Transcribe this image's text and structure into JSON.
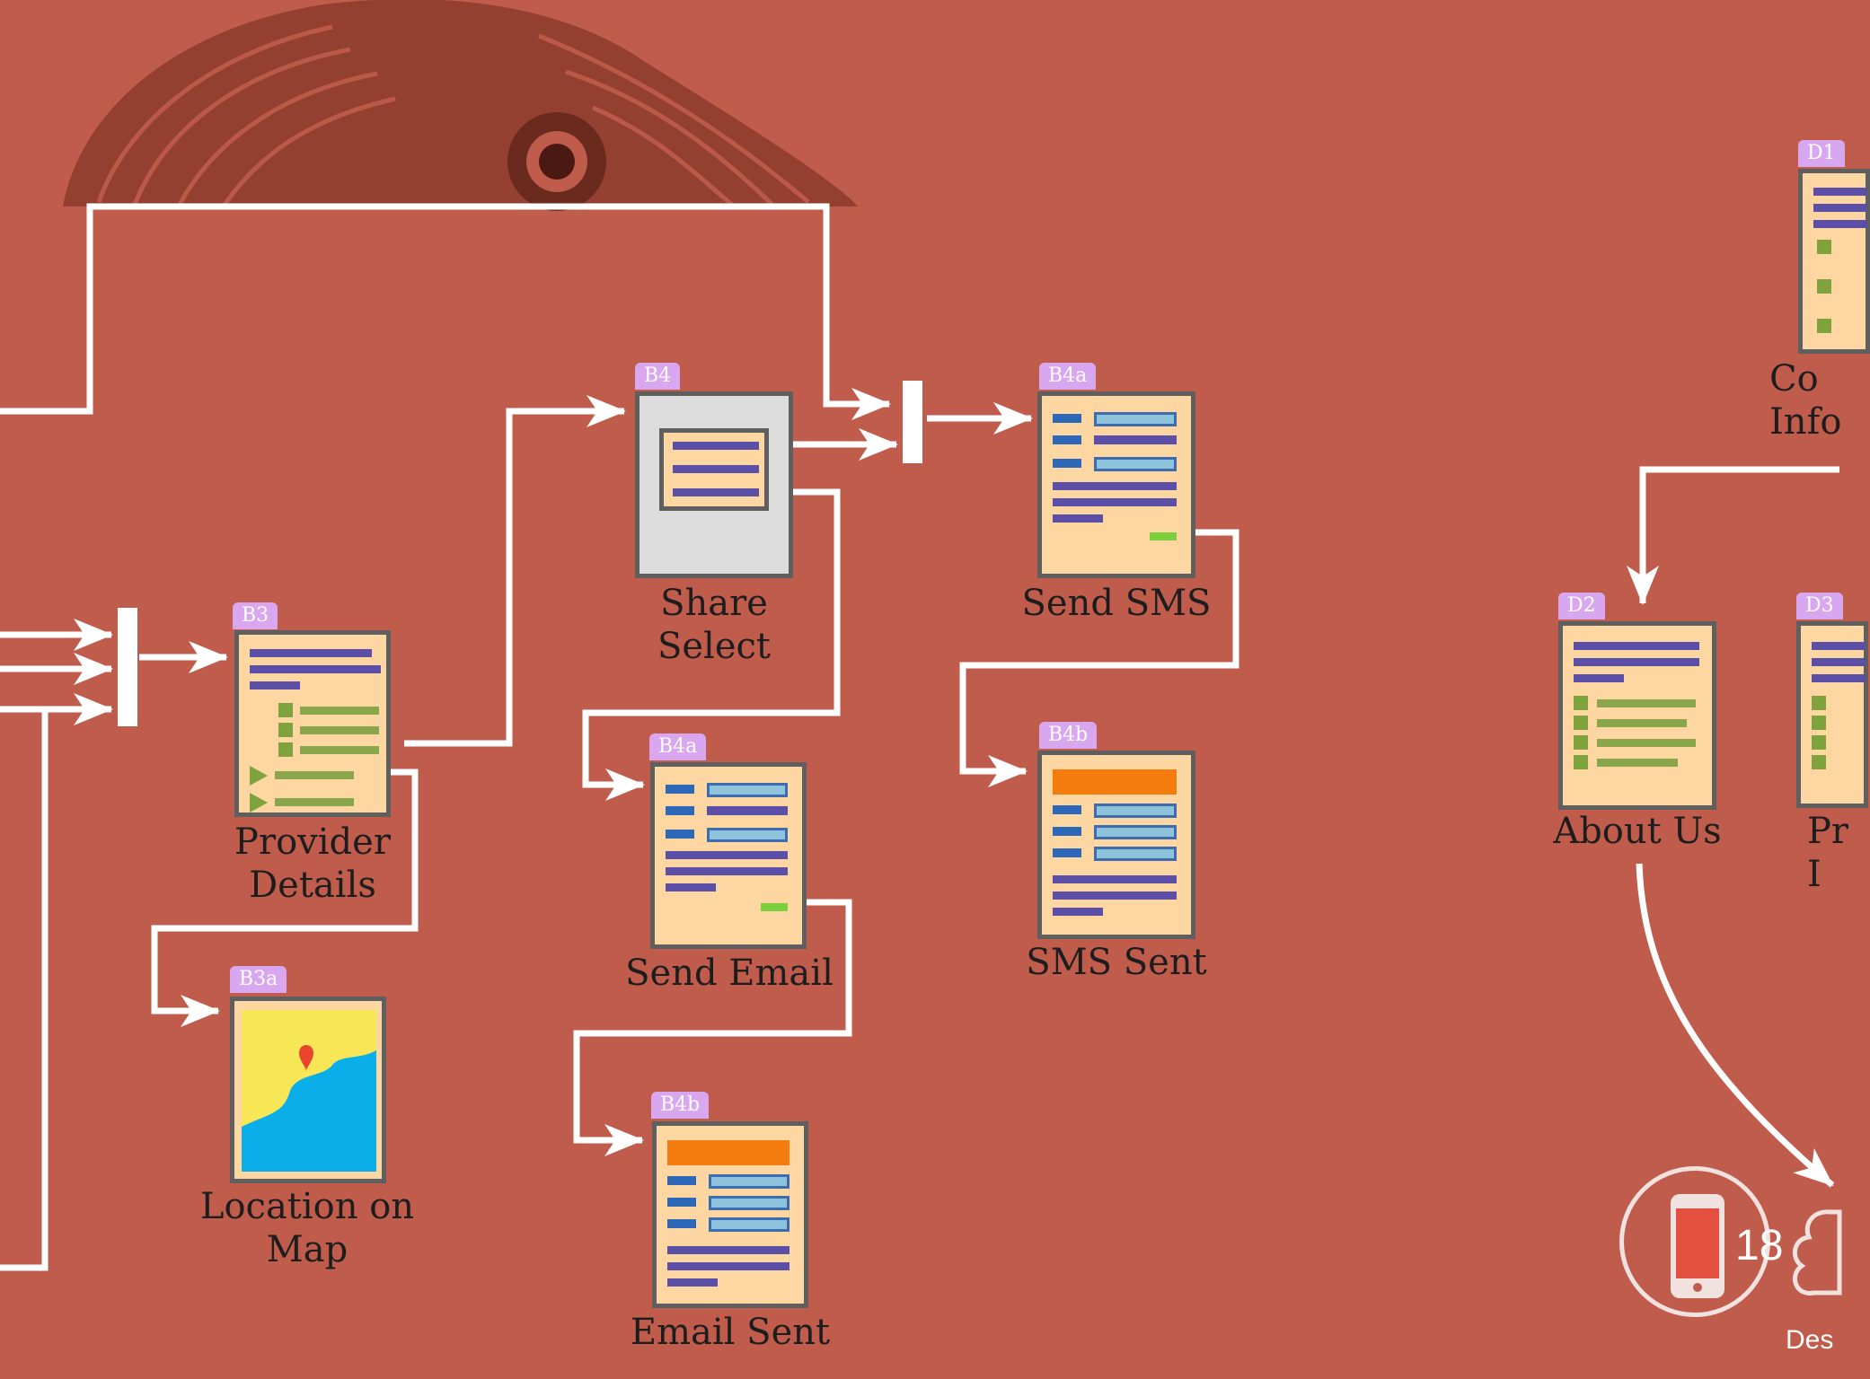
{
  "screens": {
    "b3": {
      "tag": "B3",
      "label": "Provider\nDetails"
    },
    "b3a": {
      "tag": "B3a",
      "label": "Location on\nMap"
    },
    "b4": {
      "tag": "B4",
      "label": "Share\nSelect"
    },
    "b4a_email": {
      "tag": "B4a",
      "label": "Send Email"
    },
    "b4b_email": {
      "tag": "B4b",
      "label": "Email Sent"
    },
    "b4a_sms": {
      "tag": "B4a",
      "label": "Send SMS"
    },
    "b4b_sms": {
      "tag": "B4b",
      "label": "SMS Sent"
    },
    "d1": {
      "tag": "D1",
      "label": "Co\nInfo"
    },
    "d2": {
      "tag": "D2",
      "label": "About Us"
    },
    "d3": {
      "tag": "D3",
      "label": "Pr\nI"
    }
  },
  "badge": {
    "count": "18",
    "text": "Des"
  },
  "colors": {
    "background": "#c05c4c",
    "tag": "#d9a6f0",
    "screen": "#fdd6a2",
    "connector": "#ffffff"
  }
}
